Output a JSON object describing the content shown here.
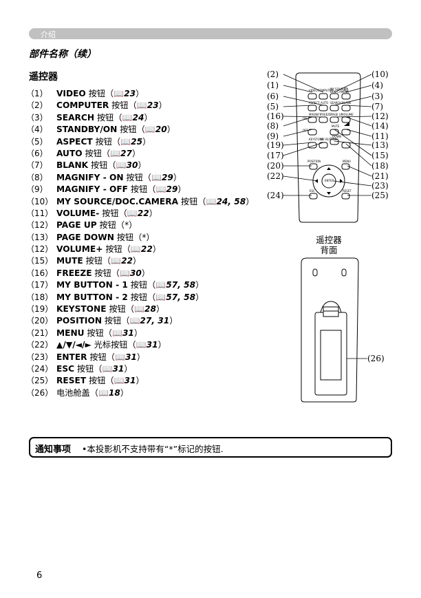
{
  "header": {
    "title": "介绍"
  },
  "section_title": "部件名称（续）",
  "sub_title": "遥控器",
  "items": [
    {
      "num": "（1）",
      "label": "VIDEO",
      "suffix": " 按钮（",
      "ref": "23",
      "close": "）"
    },
    {
      "num": "（2）",
      "label": "COMPUTER",
      "suffix": " 按钮（",
      "ref": "23",
      "close": "）"
    },
    {
      "num": "（3）",
      "label": "SEARCH",
      "suffix": " 按钮（",
      "ref": "24",
      "close": "）"
    },
    {
      "num": "（4）",
      "label": "STANDBY/ON",
      "suffix": " 按钮（",
      "ref": "20",
      "close": "）"
    },
    {
      "num": "（5）",
      "label": "ASPECT",
      "suffix": " 按钮（",
      "ref": "25",
      "close": "）"
    },
    {
      "num": "（6）",
      "label": "AUTO",
      "suffix": " 按钮（",
      "ref": "27",
      "close": "）"
    },
    {
      "num": "（7）",
      "label": "BLANK",
      "suffix": " 按钮（",
      "ref": "30",
      "close": "）"
    },
    {
      "num": "（8）",
      "label": "MAGNIFY - ON",
      "suffix": " 按钮（",
      "ref": "29",
      "close": "）"
    },
    {
      "num": "（9）",
      "label": "MAGNIFY - OFF",
      "suffix": " 按钮（",
      "ref": "29",
      "close": "）"
    },
    {
      "num": "（10）",
      "label": "MY SOURCE/DOC.CAMERA",
      "suffix": " 按钮（",
      "ref": "24, 58",
      "close": "）"
    },
    {
      "num": "（11）",
      "label": "VOLUME-",
      "suffix": " 按钮（",
      "ref": "22",
      "close": "）"
    },
    {
      "num": "（12）",
      "label": "PAGE UP",
      "suffix": " 按钮（*）",
      "ref": "",
      "close": ""
    },
    {
      "num": "（13）",
      "label": "PAGE DOWN",
      "suffix": " 按钮（*）",
      "ref": "",
      "close": ""
    },
    {
      "num": "（12）",
      "label": "VOLUME+",
      "suffix": " 按钮（",
      "ref": "22",
      "close": "）"
    },
    {
      "num": "（15）",
      "label": "MUTE",
      "suffix": " 按钮（",
      "ref": "22",
      "close": "）"
    },
    {
      "num": "（16）",
      "label": "FREEZE",
      "suffix": " 按钮（",
      "ref": "30",
      "close": "）"
    },
    {
      "num": "（17）",
      "label": "MY BUTTON - 1",
      "suffix": " 按钮（",
      "ref": "57, 58",
      "close": "）"
    },
    {
      "num": "（18）",
      "label": "MY BUTTON - 2",
      "suffix": " 按钮（",
      "ref": "57, 58",
      "close": "）"
    },
    {
      "num": "（19）",
      "label": "KEYSTONE",
      "suffix": " 按钮（",
      "ref": "28",
      "close": "）"
    },
    {
      "num": "（20）",
      "label": "POSITION",
      "suffix": " 按钮（",
      "ref": "27, 31",
      "close": "）"
    },
    {
      "num": "（21）",
      "label": "MENU",
      "suffix": " 按钮（",
      "ref": "31",
      "close": "）"
    },
    {
      "num": "（22）",
      "label": "▲/▼/◄/►",
      "suffix": " 光标按钮（",
      "ref": "31",
      "close": "）"
    },
    {
      "num": "（23）",
      "label": "ENTER",
      "suffix": " 按钮（",
      "ref": "31",
      "close": "）"
    },
    {
      "num": "（24）",
      "label": "ESC",
      "suffix": " 按钮（",
      "ref": "31",
      "close": "）"
    },
    {
      "num": "（25）",
      "label": "RESET",
      "suffix": " 按钮（",
      "ref": "31",
      "close": "）"
    },
    {
      "num": "（26）",
      "label": "",
      "suffix": "电池舱盖（",
      "ref": "18",
      "close": "）"
    }
  ],
  "book_icon": "book-icon",
  "remote_front": {
    "left_callouts": [
      "(2)",
      "(1)",
      "(6)",
      "(5)",
      "(16)",
      "(8)",
      "(9)",
      "(19)",
      "(17)",
      "(20)",
      "(22)",
      "(24)"
    ],
    "right_callouts": [
      "(10)",
      "(4)",
      "(3)",
      "(7)",
      "(12)",
      "(14)",
      "(11)",
      "(13)",
      "(15)",
      "(18)",
      "(21)",
      "(23)",
      "(25)"
    ],
    "button_labels": {
      "video": "VIDEO",
      "computer": "COMPUTER",
      "my_source": "MY SOURCE/",
      "doc_camera": "DOC.CAMERA",
      "aspect": "ASPECT",
      "auto": "AUTO",
      "search": "SEARCH",
      "blank": "BLANK",
      "magnify": "MAGNIFY",
      "on": "ON",
      "freeze": "FREEZE",
      "page_up": "PAGE UP",
      "volume": "VOLUME",
      "off": "OFF",
      "mute": "MUTE",
      "page_down": "DOWN",
      "keystone": "KEYSTONE",
      "my_button": "MY BUTTON",
      "position": "POSITION",
      "menu": "MENU",
      "enter": "ENTER",
      "esc": "ESC",
      "reset": "RESET"
    }
  },
  "remote_back": {
    "caption": "遥控器\n背面",
    "callout": "(26)"
  },
  "notice": {
    "tag": "通知事项",
    "text": "•本投影机不支持带有“*”标记的按钮."
  },
  "page_number": "6"
}
